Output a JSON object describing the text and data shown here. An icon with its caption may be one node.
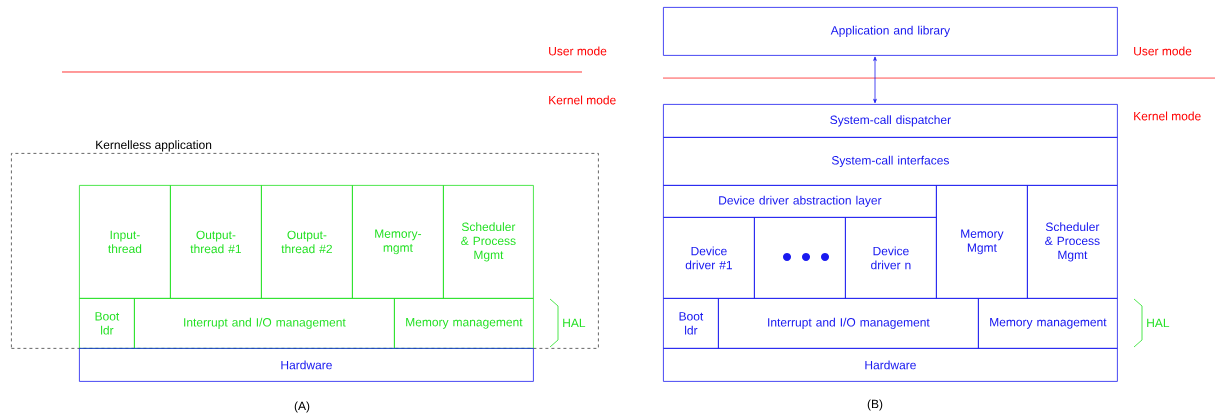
{
  "diagram": {
    "nodes": [
      {
        "text": [
          "Kernelless application"
        ]
      },
      {
        "text": [
          "Input- thread"
        ],
        "in": 0
      },
      {
        "text": [
          "Output- thread #1"
        ],
        "in": 0
      },
      {
        "text": [
          "Output- thread #2"
        ],
        "in": 0
      },
      {
        "text": [
          "Memory- mgmt"
        ],
        "in": 0
      },
      {
        "text": [
          "Scheduler & Process Mgmt"
        ],
        "in": 0
      },
      {
        "text": [
          "Boot ldr"
        ],
        "in": 0
      },
      {
        "text": [
          "Interrupt and I/O management"
        ],
        "in": 0
      },
      {
        "text": [
          "Memory management"
        ],
        "in": 0
      },
      {
        "text": [
          "Hardware"
        ]
      },
      {
        "text": [
          "Application and library"
        ]
      },
      {
        "text": [
          "System-call dispatcher"
        ]
      },
      {
        "text": [
          "System-call interfaces"
        ]
      },
      {
        "text": [
          "Device driver abstraction layer"
        ]
      },
      {
        "text": [
          "Device driver #1"
        ]
      },
      {
        "text": [],
        "shape": "box"
      },
      {
        "text": [
          "Device driver n"
        ]
      },
      {
        "text": [
          "Memory Mgmt"
        ]
      },
      {
        "text": [
          "Scheduler & Process Mgmt"
        ]
      },
      {
        "text": [
          "Boot ldr"
        ]
      },
      {
        "text": [
          "Interrupt and I/O management"
        ]
      },
      {
        "text": [
          "Memory management"
        ]
      },
      {
        "text": [
          "Hardware"
        ]
      }
    ],
    "edges": [
      {
        "from": 10,
        "to": 11,
        "arrow": "both"
      }
    ],
    "labels": [
      "User mode",
      "Kernel mode",
      "HAL",
      "(A)",
      "User mode",
      "Kernel mode",
      "HAL",
      "(B)"
    ]
  }
}
